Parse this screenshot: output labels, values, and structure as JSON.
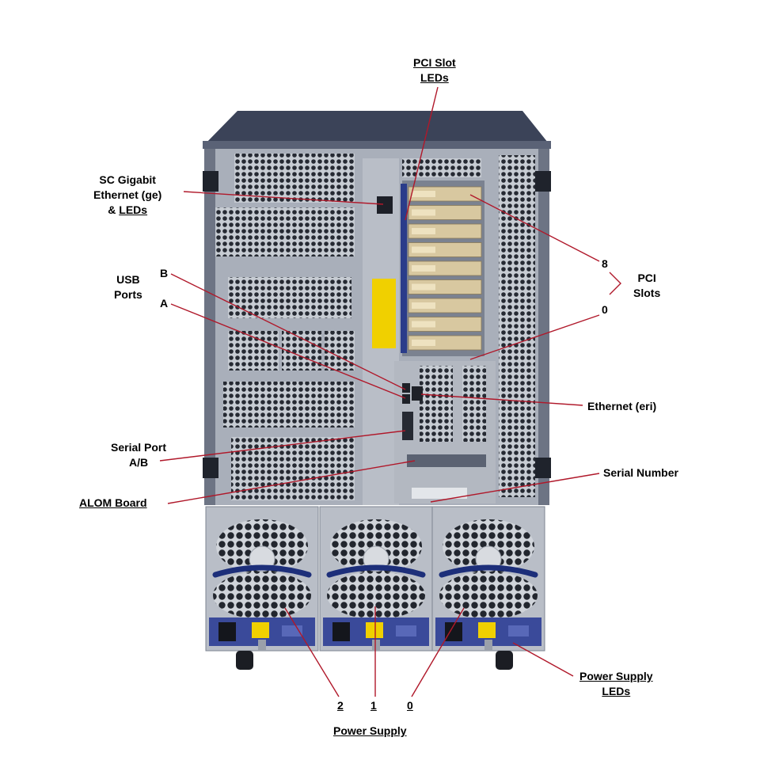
{
  "labels": {
    "pci_slot_leds": [
      "PCI Slot",
      "LEDs"
    ],
    "sc_gigabit": [
      "SC Gigabit",
      "Ethernet (ge)",
      "& ",
      "LEDs"
    ],
    "usb_ports": [
      "USB",
      "Ports"
    ],
    "usb_b": "B",
    "usb_a": "A",
    "pci_slots": [
      "PCI",
      "Slots"
    ],
    "pci_8": "8",
    "pci_0": "0",
    "ethernet_eri": "Ethernet (eri)",
    "serial_port": [
      "Serial Port",
      "A/B"
    ],
    "alom_board": "ALOM Board",
    "serial_number": "Serial Number",
    "ps_leds": [
      "Power Supply",
      "LEDs"
    ],
    "ps_2": "2",
    "ps_1": "1",
    "ps_0": "0",
    "power_supply": "Power Supply"
  },
  "colors": {
    "callout_line": "#b0182a",
    "chassis_dark": "#3b4358",
    "chassis_mid": "#8d95a3",
    "chassis_light": "#c9ced6",
    "grille": "#2b2f38",
    "psu_blue": "#3a4a9a",
    "handle_blue": "#1d2f7a",
    "pci_card": "#d8c8a0",
    "warning_yellow": "#f0d000"
  }
}
